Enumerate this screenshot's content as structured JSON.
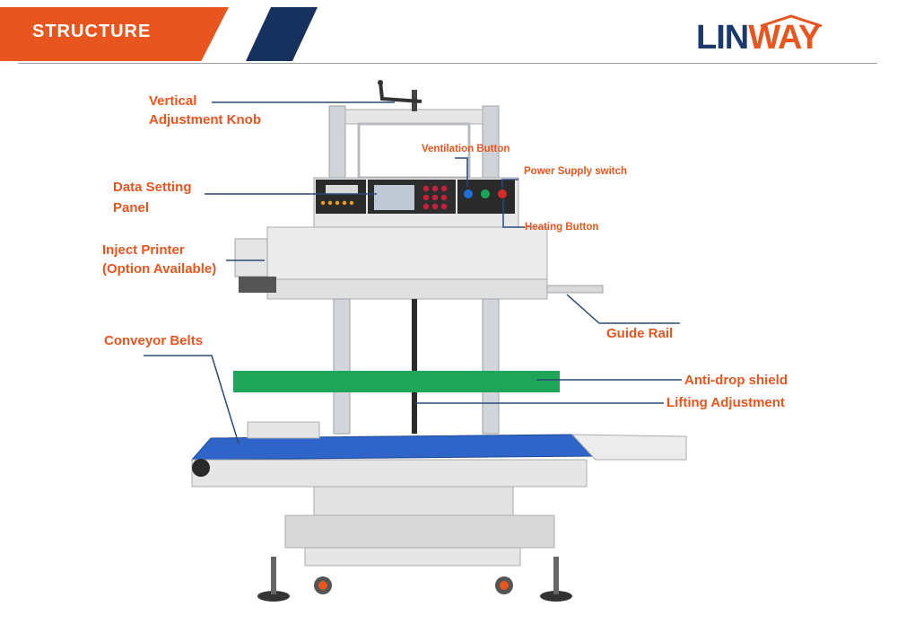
{
  "header": {
    "title": "STRUCTURE",
    "brand": {
      "l": "L",
      "in": "IN",
      "way": "WAY"
    }
  },
  "labels": {
    "vertical_knob": [
      "Vertical",
      "Adjustment Knob"
    ],
    "data_panel": [
      "Data Setting",
      "Panel"
    ],
    "inject_printer": [
      "Inject Printer",
      "(Option Available)"
    ],
    "conveyor": "Conveyor Belts",
    "ventilation": "Ventilation Button",
    "power": "Power Supply switch",
    "heating": "Heating Button",
    "guide_rail": "Guide Rail",
    "anti_drop": "Anti-drop shield",
    "lifting": "Lifting Adjustment"
  },
  "colors": {
    "accent_orange": "#e8551f",
    "brand_blue": "#17315e",
    "belt_blue": "#2f64c8",
    "shield_green": "#1fa55a",
    "machine_gray": "#e3e3e3",
    "leader_line": "#2b4a78"
  }
}
